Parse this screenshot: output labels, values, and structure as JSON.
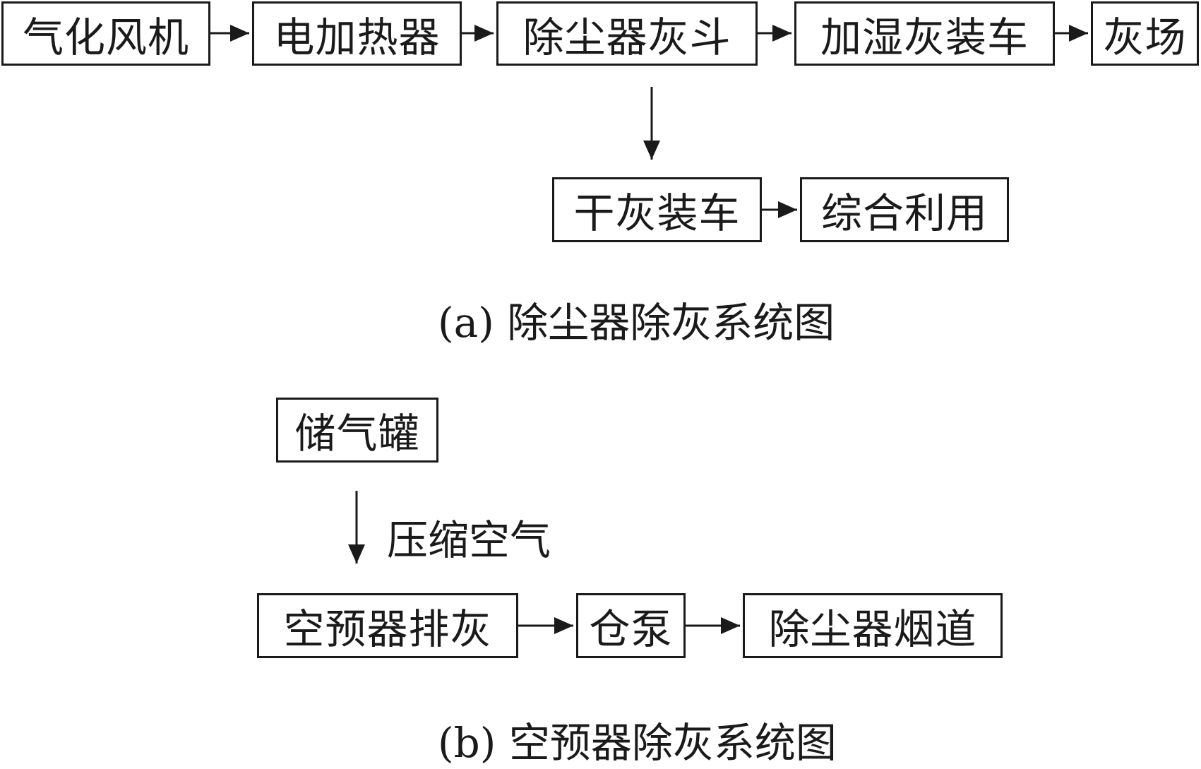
{
  "diagram_a": {
    "nodes": {
      "fan": "气化风机",
      "heater": "电加热器",
      "hopper": "除尘器灰斗",
      "wet_truck": "加湿灰装车",
      "ash_yard": "灰场",
      "dry_truck": "干灰装车",
      "utilization": "综合利用"
    },
    "caption": "(a) 除尘器除灰系统图"
  },
  "diagram_b": {
    "nodes": {
      "tank": "储气罐",
      "preheater": "空预器排灰",
      "pump": "仓泵",
      "flue": "除尘器烟道"
    },
    "edge_label": "压缩空气",
    "caption": "(b) 空预器除灰系统图"
  },
  "colors": {
    "ink": "#1a1a1a",
    "background": "#ffffff"
  }
}
